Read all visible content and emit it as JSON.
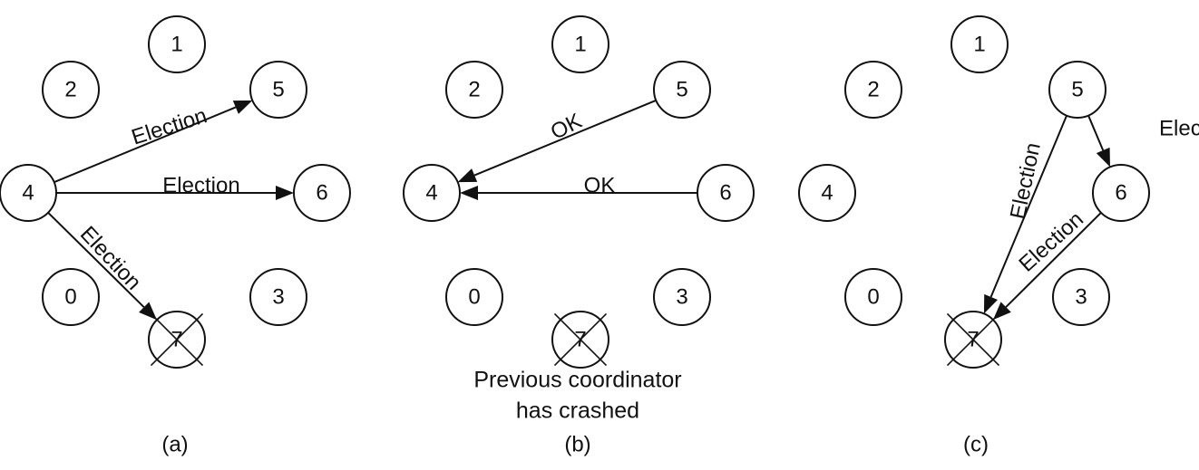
{
  "panels": [
    {
      "caption": "(a)",
      "nodes": [
        {
          "label": "1"
        },
        {
          "label": "2"
        },
        {
          "label": "5"
        },
        {
          "label": "4"
        },
        {
          "label": "6"
        },
        {
          "label": "0"
        },
        {
          "label": "3"
        },
        {
          "label": "7",
          "crashed": true
        }
      ],
      "messages": [
        {
          "from": "4",
          "to": "5",
          "label": "Election"
        },
        {
          "from": "4",
          "to": "6",
          "label": "Election"
        },
        {
          "from": "4",
          "to": "7",
          "label": "Election"
        }
      ]
    },
    {
      "caption": "(b)",
      "nodes": [
        {
          "label": "1"
        },
        {
          "label": "2"
        },
        {
          "label": "5"
        },
        {
          "label": "4"
        },
        {
          "label": "6"
        },
        {
          "label": "0"
        },
        {
          "label": "3"
        },
        {
          "label": "7",
          "crashed": true
        }
      ],
      "messages": [
        {
          "from": "5",
          "to": "4",
          "label": "OK"
        },
        {
          "from": "6",
          "to": "4",
          "label": "OK"
        }
      ],
      "note_lines": [
        "Previous coordinator",
        "has crashed"
      ]
    },
    {
      "caption": "(c)",
      "nodes": [
        {
          "label": "1"
        },
        {
          "label": "2"
        },
        {
          "label": "5"
        },
        {
          "label": "4"
        },
        {
          "label": "6"
        },
        {
          "label": "0"
        },
        {
          "label": "3"
        },
        {
          "label": "7",
          "crashed": true
        }
      ],
      "messages": [
        {
          "from": "5",
          "to": "6",
          "label": "Election"
        },
        {
          "from": "5",
          "to": "7",
          "label": "Election"
        },
        {
          "from": "6",
          "to": "7",
          "label": "Election"
        }
      ]
    }
  ]
}
